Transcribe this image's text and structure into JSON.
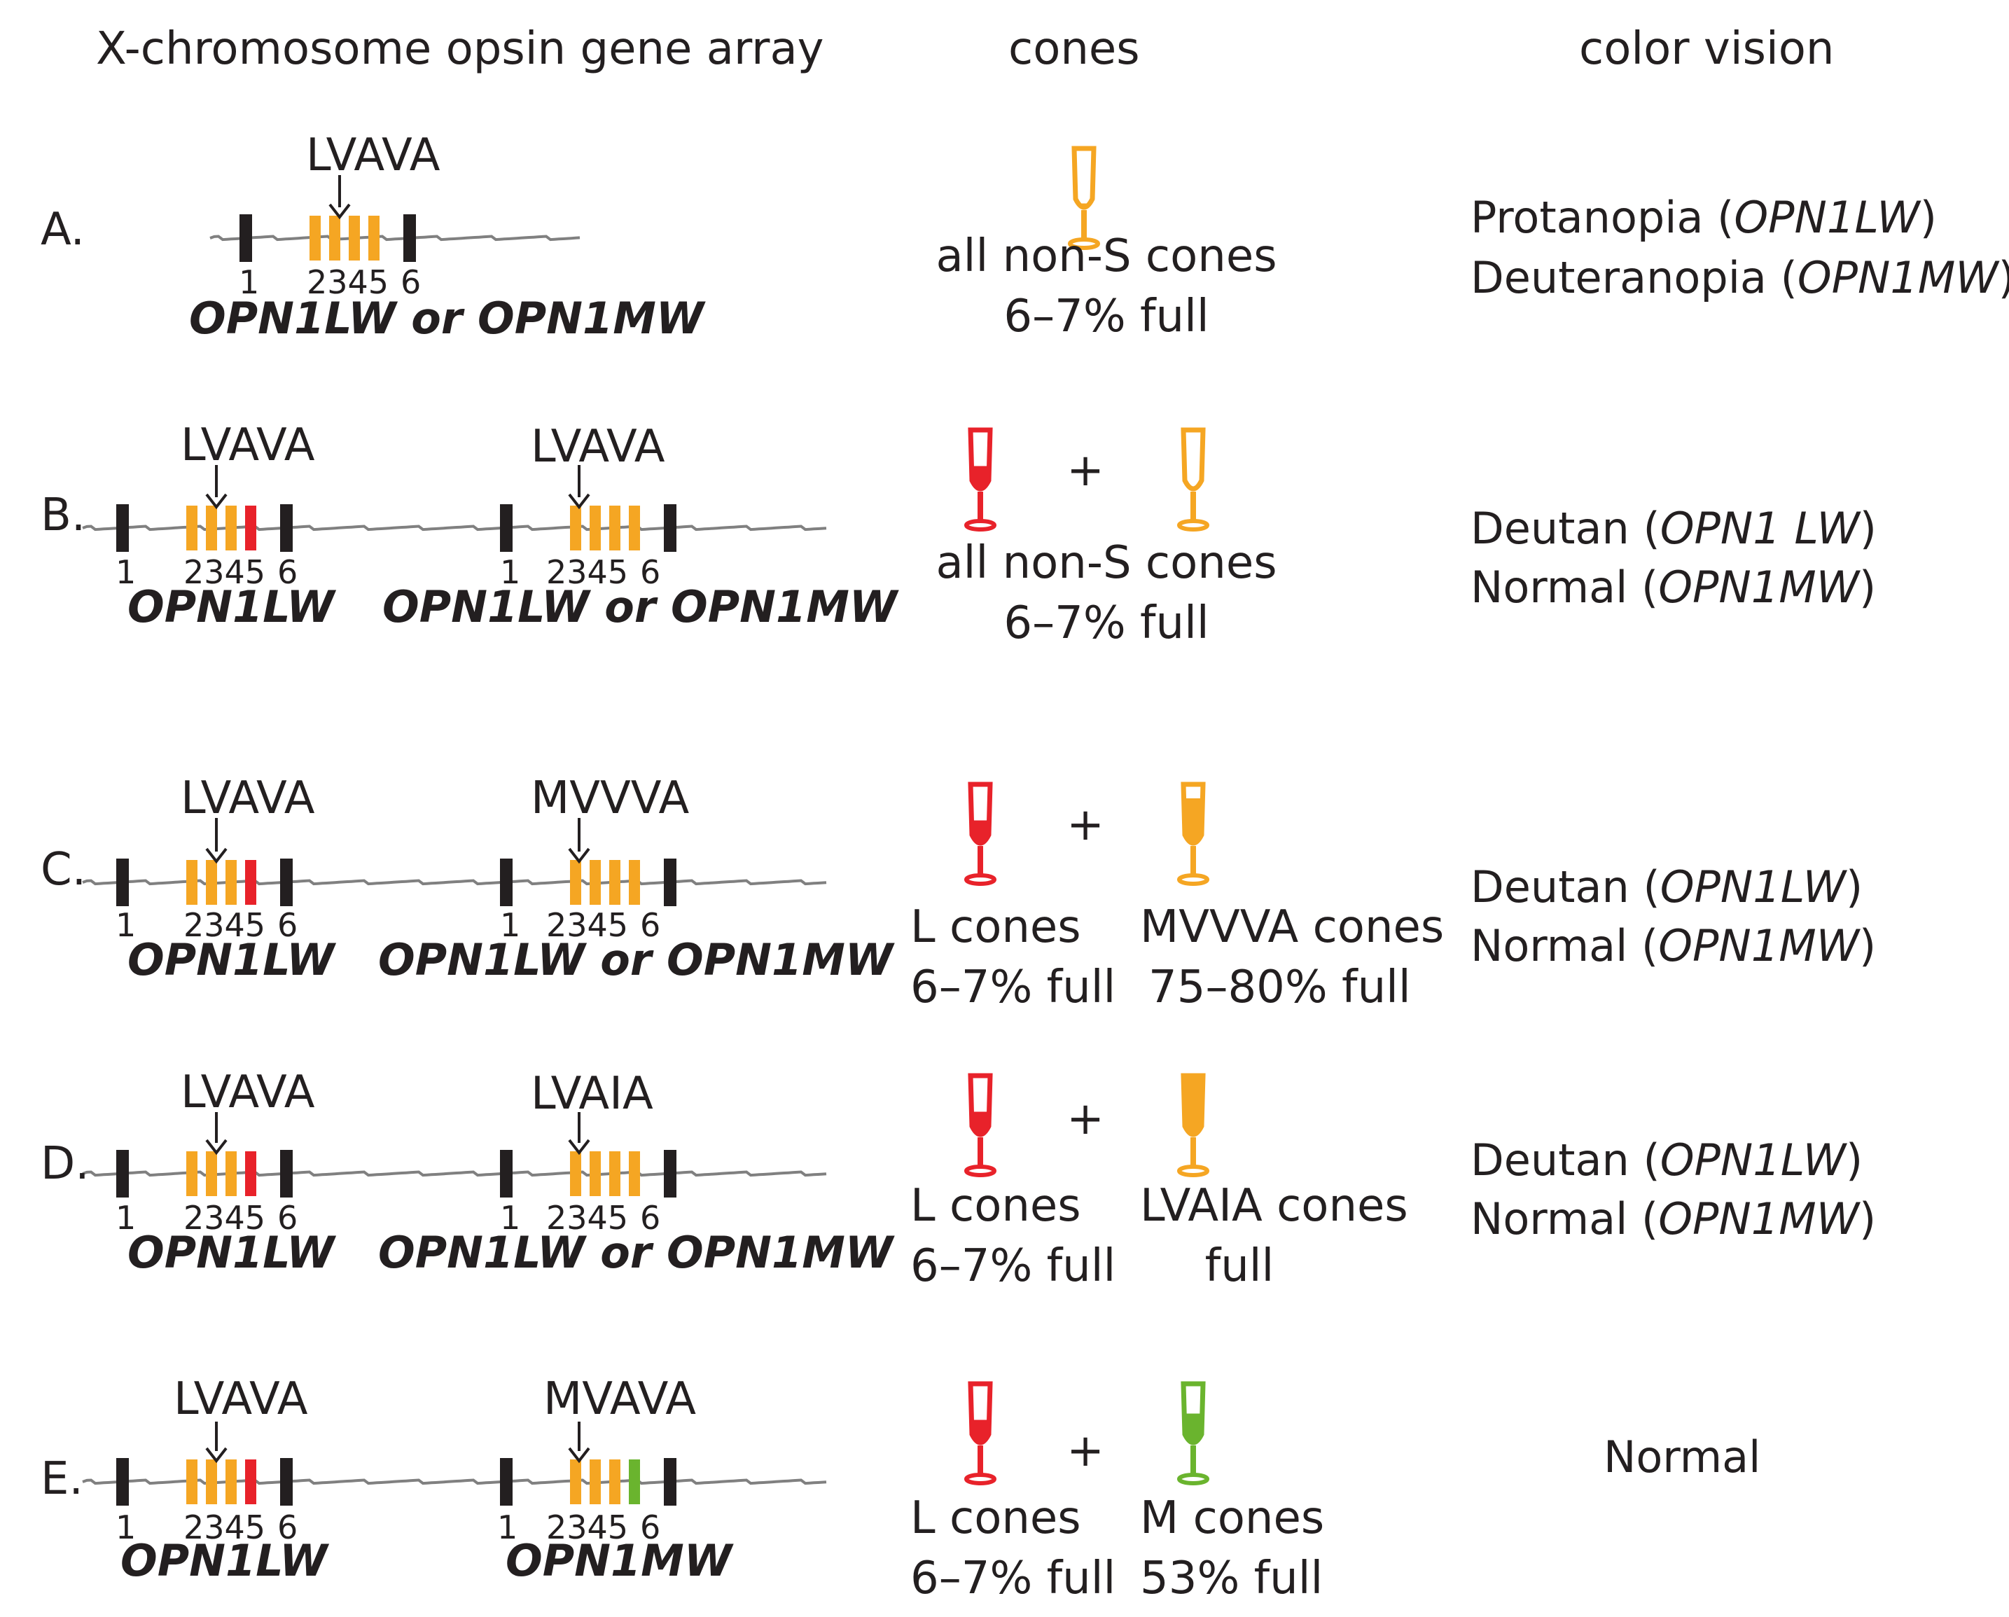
{
  "headers": {
    "array": "X-chromosome opsin gene array",
    "cones": "cones",
    "vision": "color vision"
  },
  "colors": {
    "orange": "#f5a623",
    "red": "#e8222a",
    "green": "#6ab42e",
    "black": "#231f20",
    "line": "#808080"
  },
  "exon_labels": {
    "e1": "1",
    "mid": "2345",
    "e6": "6"
  },
  "rows": [
    {
      "label": "A.",
      "gene1": {
        "motif": "LVAVA",
        "name": "OPN1LW or OPN1MW",
        "exon5_color": "orange"
      },
      "cones": {
        "cone1_color": "orange",
        "cone1_type": "outline",
        "line1": "all non-S cones",
        "line2": "6–7% full"
      },
      "vision": [
        {
          "text": "Protanopia (",
          "gene": "OPN1LW",
          "close": ")"
        },
        {
          "text": "Deuteranopia (",
          "gene": "OPN1MW",
          "close": ")"
        }
      ]
    },
    {
      "label": "B.",
      "gene1": {
        "motif": "LVAVA",
        "name": "OPN1LW",
        "exon5_color": "red"
      },
      "gene2": {
        "motif": "LVAVA",
        "name": "OPN1LW or OPN1MW",
        "exon5_color": "orange"
      },
      "cones": {
        "plus": "+",
        "cone1_color": "red",
        "cone2_color": "orange",
        "cone2_type": "outline",
        "line1": "all non-S cones",
        "line2": "6–7% full"
      },
      "vision": [
        {
          "text": "Deutan (",
          "gene": "OPN1 LW",
          "close": ")"
        },
        {
          "text": "Normal (",
          "gene": "OPN1MW",
          "close": ")"
        }
      ]
    },
    {
      "label": "C.",
      "gene1": {
        "motif": "LVAVA",
        "name": "OPN1LW",
        "exon5_color": "red"
      },
      "gene2": {
        "motif": "MVVVA",
        "name": "OPN1LW or OPN1MW",
        "exon5_color": "orange"
      },
      "cones": {
        "plus": "+",
        "cone1_color": "red",
        "cone2_color": "orange",
        "cone2_type": "mostly-filled",
        "left1": "L cones",
        "left2": "6–7% full",
        "right1": "MVVVA cones",
        "right2": "75–80% full"
      },
      "vision": [
        {
          "text": "Deutan (",
          "gene": "OPN1LW",
          "close": ")"
        },
        {
          "text": "Normal (",
          "gene": "OPN1MW",
          "close": ")"
        }
      ]
    },
    {
      "label": "D.",
      "gene1": {
        "motif": "LVAVA",
        "name": "OPN1LW",
        "exon5_color": "red"
      },
      "gene2": {
        "motif": "LVAIA",
        "name": "OPN1LW or OPN1MW",
        "exon5_color": "orange"
      },
      "cones": {
        "plus": "+",
        "cone1_color": "red",
        "cone2_color": "orange",
        "cone2_type": "full",
        "left1": "L cones",
        "left2": "6–7% full",
        "right1": "LVAIA cones",
        "right2": "full"
      },
      "vision": [
        {
          "text": "Deutan (",
          "gene": "OPN1LW",
          "close": ")"
        },
        {
          "text": "Normal (",
          "gene": "OPN1MW",
          "close": ")"
        }
      ]
    },
    {
      "label": "E.",
      "gene1": {
        "motif": "LVAVA",
        "name": "OPN1LW",
        "exon5_color": "red"
      },
      "gene2": {
        "motif": "MVAVA",
        "name": "OPN1MW",
        "exon5_color": "green"
      },
      "cones": {
        "plus": "+",
        "cone1_color": "red",
        "cone2_color": "green",
        "cone2_type": "half",
        "left1": "L cones",
        "left2": "6–7% full",
        "right1": "M cones",
        "right2": "53% full"
      },
      "vision": [
        {
          "text": "Normal",
          "gene": "",
          "close": ""
        }
      ]
    }
  ]
}
